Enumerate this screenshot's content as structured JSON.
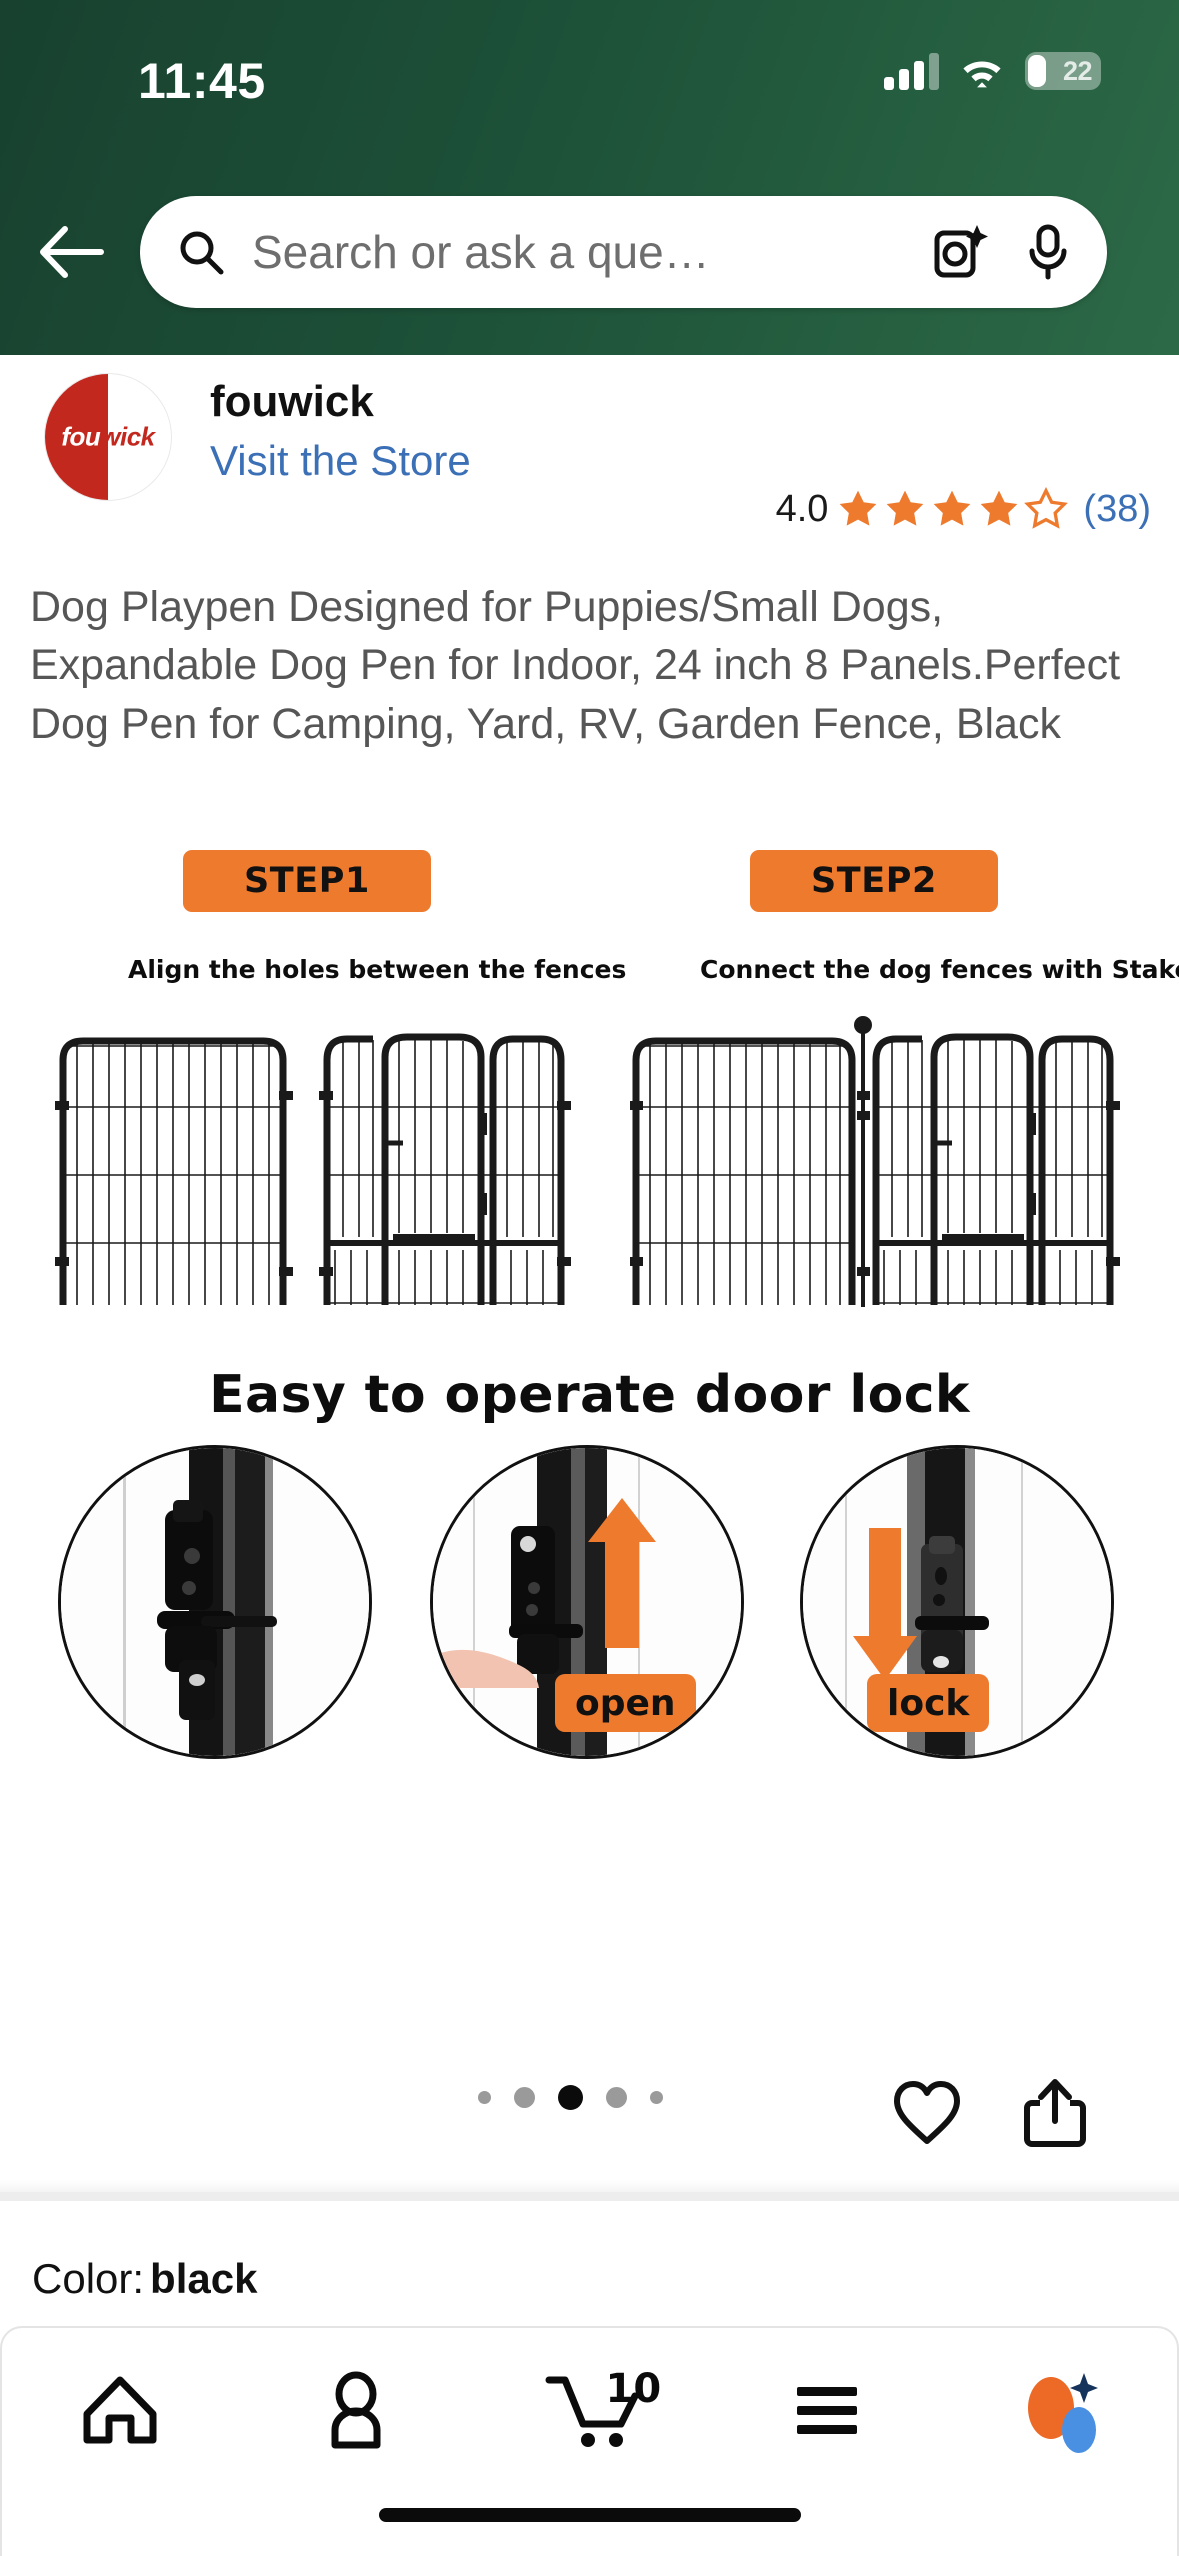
{
  "statusbar": {
    "time": "11:45",
    "battery_percent": "22",
    "signal_icon": "signal-bars-icon",
    "wifi_icon": "wifi-icon",
    "battery_icon": "battery-icon"
  },
  "header": {
    "back_icon": "back-arrow-icon",
    "search": {
      "placeholder": "Search or ask a que…",
      "search_icon": "search-icon",
      "camera_icon": "camera-lens-sparkle-icon",
      "mic_icon": "microphone-icon"
    }
  },
  "store": {
    "logo_text_left": "fou",
    "logo_text_right": "wick",
    "name": "fouwick",
    "visit_link": "Visit the Store",
    "rating_value": "4.0",
    "rating_stars_filled": 4,
    "rating_stars_total": 5,
    "review_count": "(38)",
    "star_color": "#ee7a2e",
    "link_color": "#3b6fb6"
  },
  "product": {
    "title": "Dog Playpen Designed for Puppies/Small Dogs, Expandable Dog Pen for Indoor, 24 inch 8 Panels.Perfect Dog Pen for Camping, Yard, RV, Garden Fence, Black",
    "color_label": "Color:",
    "color_value": "black"
  },
  "gallery": {
    "step1_badge": "STEP1",
    "step2_badge": "STEP2",
    "step1_caption": "Align the holes between the fences",
    "step2_caption": "Connect the dog fences with Stakes",
    "lock_title": "Easy to operate door lock",
    "open_label": "open",
    "lock_label": "lock",
    "accent_color": "#ee7a2e",
    "dots_total": 5,
    "dots_active_index": 2,
    "heart_icon": "heart-outline-icon",
    "share_icon": "share-icon"
  },
  "bottomnav": {
    "items": [
      {
        "name": "home",
        "icon": "home-icon"
      },
      {
        "name": "account",
        "icon": "person-icon"
      },
      {
        "name": "cart",
        "icon": "shopping-cart-icon",
        "badge": "10"
      },
      {
        "name": "menu",
        "icon": "hamburger-menu-icon"
      },
      {
        "name": "assistant",
        "icon": "ai-assistant-icon"
      }
    ]
  }
}
